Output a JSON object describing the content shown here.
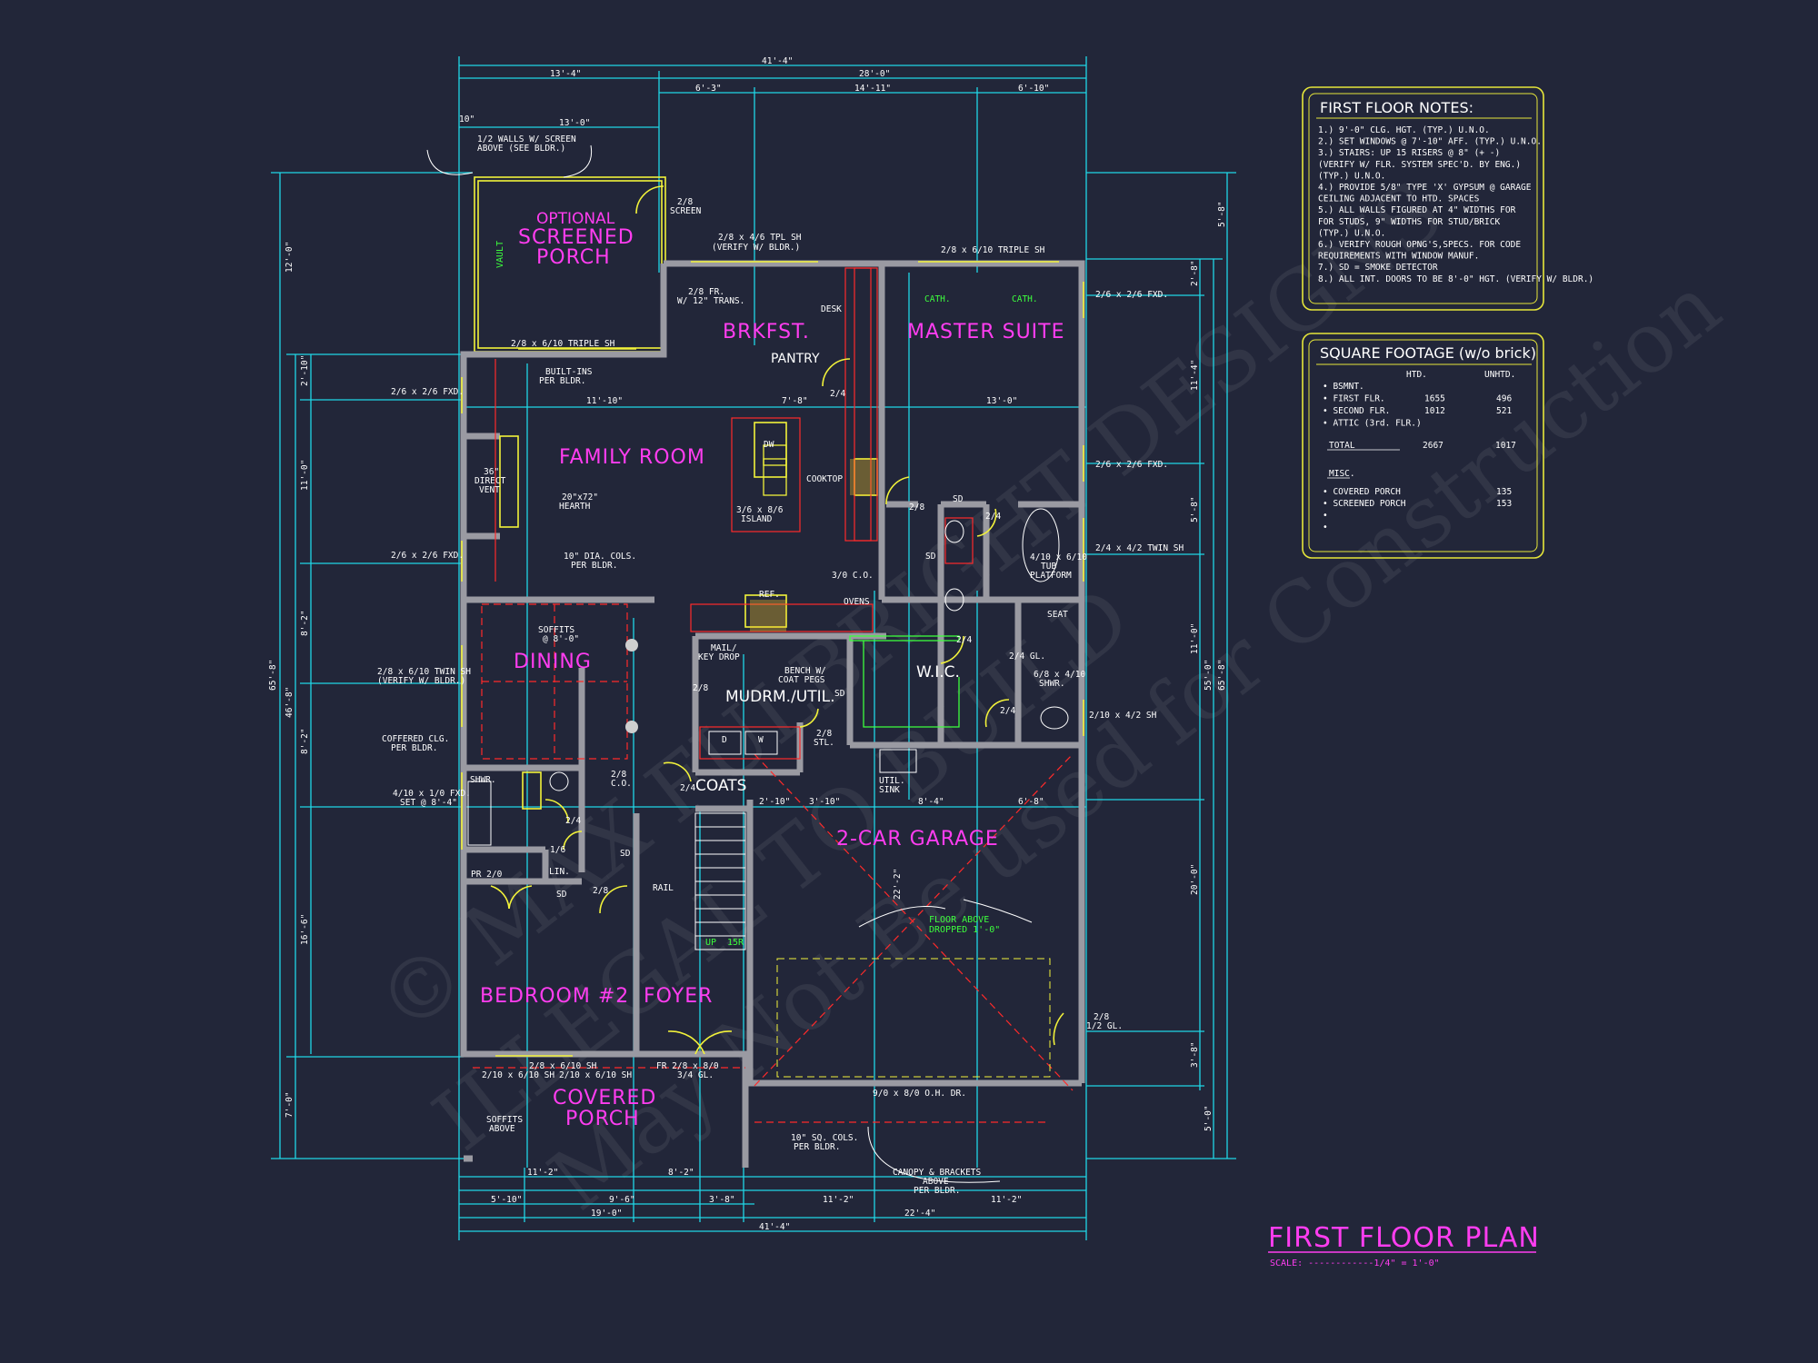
{
  "title": {
    "main": "FIRST FLOOR PLAN",
    "scale": "SCALE: ------------1/4\" = 1'-0\""
  },
  "colors": {
    "background": "#222639",
    "rooms": "#ff3df0",
    "dimensions": "#1fd7e6",
    "windows": "#f2f23a",
    "walls": "#9a9aa2",
    "notes": "#3dff3d",
    "cabinets": "#ff2a2a"
  },
  "watermark": {
    "line1": "© MAX FULBRIGHT DESIGNS",
    "line2": "ILLEGAL TO BUILD",
    "line3": "May Not Be used for Construction"
  },
  "rooms": {
    "screened_porch": "OPTIONAL\nSCREENED\nPORCH",
    "screened_porch_l1": "OPTIONAL",
    "screened_porch_l2": "SCREENED",
    "screened_porch_l3": "PORCH",
    "brkfst": "BRKFST.",
    "master_suite": "MASTER SUITE",
    "family_room": "FAMILY ROOM",
    "dining": "DINING",
    "mudrm": "MUDRM./UTIL.",
    "wic": "W.I.C.",
    "garage": "2-CAR GARAGE",
    "bedroom2": "BEDROOM #2",
    "foyer": "FOYER",
    "covered_porch_l1": "COVERED",
    "covered_porch_l2": "PORCH",
    "coats": "COATS",
    "lin": "LIN.",
    "pantry": "PANTRY"
  },
  "first_floor_notes": {
    "heading": "FIRST FLOOR NOTES:",
    "lines": [
      "1.) 9'-0\" CLG. HGT. (TYP.) U.N.O.",
      "2.) SET WINDOWS @ 7'-10\" AFF. (TYP.) U.N.O.",
      "3.) STAIRS: UP 15 RISERS @ 8\" (+ -)",
      "    (VERIFY W/ FLR. SYSTEM SPEC'D. BY ENG.)",
      "    (TYP.) U.N.O.",
      "4.) PROVIDE 5/8\" TYPE 'X' GYPSUM @ GARAGE",
      "    CEILING ADJACENT TO HTD. SPACES",
      "5.) ALL WALLS FIGURED AT 4\" WIDTHS FOR",
      "    FOR STUDS, 9\" WIDTHS FOR STUD/BRICK",
      "    (TYP.) U.N.O.",
      "6.) VERIFY ROUGH OPNG'S,SPECS. FOR CODE",
      "    REQUIREMENTS WITH WINDOW MANUF.",
      "7.) SD = SMOKE DETECTOR",
      "8.) ALL INT. DOORS TO BE 8'-0\" HGT. (VERIFY W/ BLDR.)"
    ]
  },
  "square_footage": {
    "heading": "SQUARE FOOTAGE (w/o brick)",
    "col_htd": "HTD.",
    "col_unhtd": "UNHTD.",
    "rows": [
      {
        "label": "• BSMNT.",
        "htd": "",
        "unhtd": ""
      },
      {
        "label": "• FIRST FLR.",
        "htd": "1655",
        "unhtd": "496"
      },
      {
        "label": "• SECOND FLR.",
        "htd": "1012",
        "unhtd": "521"
      },
      {
        "label": "• ATTIC (3rd. FLR.)",
        "htd": "",
        "unhtd": ""
      }
    ],
    "total_label": "TOTAL",
    "total_htd": "2667",
    "total_unhtd": "1017",
    "misc_label": "MISC.",
    "misc_rows": [
      {
        "label": "• COVERED PORCH",
        "value": "135"
      },
      {
        "label": "• SCREENED PORCH",
        "value": "153"
      },
      {
        "label": "•",
        "value": ""
      },
      {
        "label": "•",
        "value": ""
      }
    ]
  },
  "dims": {
    "top_overall": "41'-4\"",
    "top_left": "13'-4\"",
    "top_right": "28'-0\"",
    "top_a": "6'-3\"",
    "top_b": "14'-11\"",
    "top_c": "6'-10\"",
    "porch_w": "13'-0\"",
    "porch_10": "10\"",
    "bot_overall": "41'-4\"",
    "bot_left": "19'-0\"",
    "bot_right": "22'-4\"",
    "bot_a": "5'-10\"",
    "bot_b": "9'-6\"",
    "bot_c": "3'-8\"",
    "bot_d": "11'-2\"",
    "bot_e": "11'-2\"",
    "bot2_a": "11'-2\"",
    "bot2_b": "8'-2\"",
    "left_overall": "65'-8\"",
    "left_b": "46'-8\"",
    "left_top": "12'-0\"",
    "left_bot": "7'-0\"",
    "left_a": "2'-10\"",
    "left_c": "11'-0\"",
    "left_d": "8'-2\"",
    "left_e": "8'-2\"",
    "left_f": "16'-6\"",
    "right_overall": "65'-8\"",
    "right_b": "55'-0\"",
    "right_top": "5'-8\"",
    "right_a": "2'-8\"",
    "right_c": "11'-4\"",
    "right_d": "5'-8\"",
    "right_e": "11'-0\"",
    "right_f": "20'-0\"",
    "right_g": "3'-8\"",
    "right_bot": "5'-0\"",
    "fam_w": "11'-10\"",
    "fam_w2": "7'-8\"",
    "ms_w": "13'-0\"",
    "g_a": "2'-10\"",
    "g_b": "3'-10\"",
    "g_c": "8'-4\"",
    "g_d": "6'-8\"",
    "garage_depth": "22'-2\""
  },
  "labels": {
    "half_walls": "1/2 WALLS W/ SCREEN\nABOVE (SEE BLDR.)",
    "half_walls_1": "1/2 WALLS W/ SCREEN",
    "half_walls_2": "ABOVE (SEE BLDR.)",
    "screen_door": "2/8\nSCREEN",
    "screen_door_1": "2/8",
    "screen_door_2": "SCREEN",
    "tpl_sh": "2/8 x 4/6 TPL SH",
    "verify_bldr": "(VERIFY W/ BLDR.)",
    "triple_sh_ms": "2/8 x 6/10 TRIPLE SH",
    "fxd_ms": "2/6 x 2/6 FXD.",
    "fr_trans_1": "2/8 FR.",
    "fr_trans_2": "W/ 12\" TRANS.",
    "vault": "VAULT",
    "triple_sh_porch": "2/8 x 6/10 TRIPLE SH",
    "builtins_1": "BUILT-INS",
    "builtins_2": "PER BLDR.",
    "desk": "DESK",
    "cath1": "CATH.",
    "cath2": "CATH.",
    "fxd_fam": "2/6 x 2/6 FXD.",
    "direct_vent_1": "36\"",
    "direct_vent_2": "DIRECT",
    "direct_vent_3": "VENT",
    "hearth": "20\"x72\"",
    "hearth2": "HEARTH",
    "island_1": "3/6 x 8/6",
    "island_2": "ISLAND",
    "dw": "DW",
    "cooktop": "COOKTOP",
    "fxd_ms2": "2/6 x 2/6 FXD.",
    "twin_sh_ms": "2/4 x 4/2 TWIN SH",
    "tub_1": "4/10 x 6/10",
    "tub_2": "TUB",
    "tub_3": "PLATFORM",
    "fxd_fam2": "2/6 x 2/6 FXD.",
    "cols_1": "10\" DIA. COLS.",
    "cols_2": "PER BLDR.",
    "co": "3/0 C.O.",
    "ref": "REF.",
    "ovens": "OVENS",
    "soffits_1": "SOFFITS",
    "soffits_2": "@ 8'-0\"",
    "mail_1": "MAIL/",
    "mail_2": "KEY DROP",
    "bench_1": "BENCH W/",
    "bench_2": "COAT PEGS",
    "seat": "SEAT",
    "shwr_ms_1": "6/8 x 4/10",
    "shwr_ms_2": "SHWR.",
    "twin_sh_din_1": "2/8 x 6/10 TWIN SH",
    "twin_sh_din_2": "(VERIFY W/ BLDR.)",
    "coffered_1": "COFFERED CLG.",
    "coffered_2": "PER BLDR.",
    "sh_ms3": "2/10 x 4/2 SH",
    "fxd_bath_1": "4/10 x 1/0 FXD.",
    "fxd_bath_2": "SET @ 8'-4\"",
    "shwr": "SHWR.",
    "co2_1": "2/8",
    "co2_2": "C.O.",
    "util_sink_1": "UTIL.",
    "util_sink_2": "SINK",
    "stl_1": "2/8",
    "stl_2": "STL.",
    "pr_door": "PR 2/0",
    "rail": "RAIL",
    "up": "UP",
    "r15": "15R",
    "floor_above_1": "FLOOR ABOVE",
    "floor_above_2": "DROPPED 1'-0\"",
    "gl_1": "2/8",
    "gl_2": "1/2 GL.",
    "sh_bed": "2/8 x 6/10 SH",
    "sh_bed2": "2/10 x 6/10 SH",
    "sh_bed3": "2/10 x 6/10 SH",
    "front_door_1": "FR 2/8 x 8/0",
    "front_door_2": "3/4 GL.",
    "oh_door": "9/0 x 8/0 O.H. DR.",
    "soffits2_1": "SOFFITS",
    "soffits2_2": "ABOVE",
    "sq_cols_1": "10\" SQ. COLS.",
    "sq_cols_2": "PER BLDR.",
    "canopy_1": "CANOPY & BRACKETS",
    "canopy_2": "ABOVE",
    "canopy_3": "PER BLDR.",
    "sd": "SD",
    "d": "D",
    "w": "W",
    "d24": "2/4",
    "d28": "2/8",
    "d16": "1/6",
    "gl24": "2/4 GL."
  }
}
